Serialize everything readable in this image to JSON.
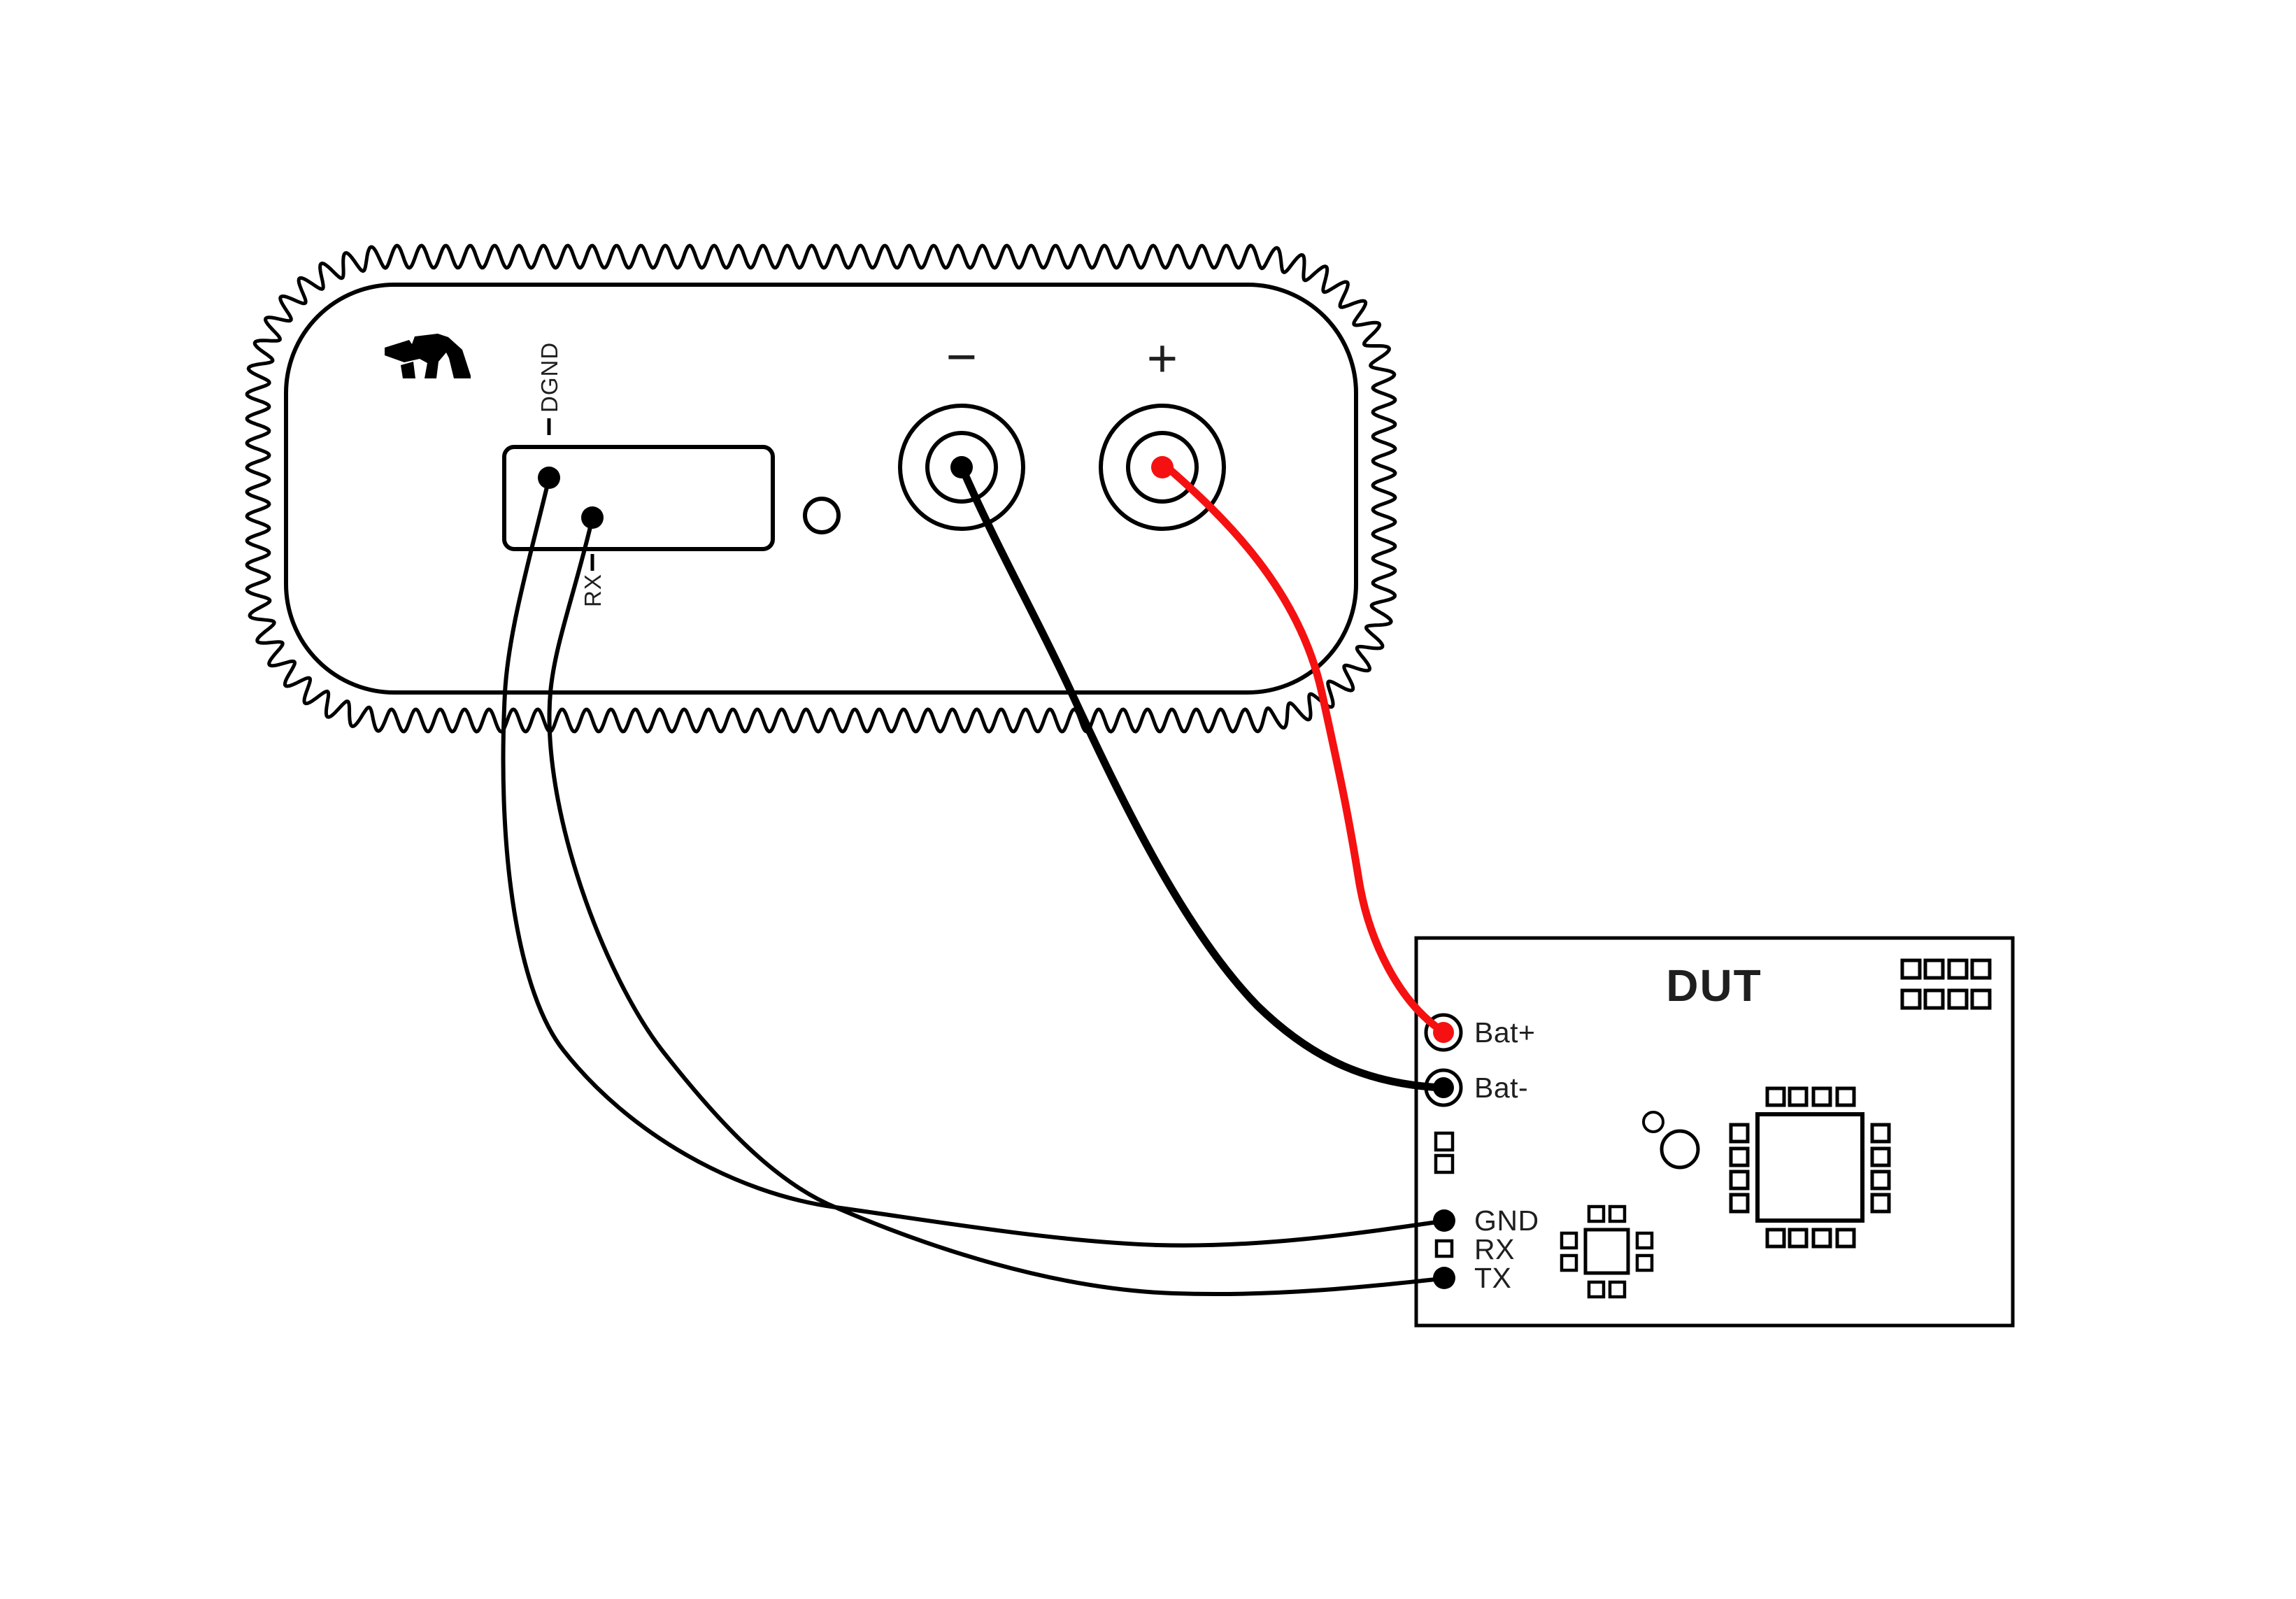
{
  "device": {
    "terminal_negative_label": "−",
    "terminal_positive_label": "+",
    "connector_pin_dgnd_label": "DGND",
    "connector_pin_rx_label": "RX"
  },
  "dut": {
    "title": "DUT",
    "pin_bat_plus_label": "Bat+",
    "pin_bat_minus_label": "Bat-",
    "pin_gnd_label": "GND",
    "pin_rx_label": "RX",
    "pin_tx_label": "TX"
  },
  "colors": {
    "line": "#000000",
    "text": "#1f1f1f",
    "wire_positive": "#f51111",
    "wire_negative": "#000000",
    "background": "#ffffff"
  },
  "wires": [
    {
      "from": "device-terminal-positive",
      "to": "dut-pin-bat-plus",
      "color_key": "wire_positive"
    },
    {
      "from": "device-terminal-negative",
      "to": "dut-pin-bat-minus",
      "color_key": "wire_negative"
    },
    {
      "from": "device-connector-dgnd",
      "to": "dut-pin-gnd",
      "color_key": "wire_negative"
    },
    {
      "from": "device-connector-rx",
      "to": "dut-pin-tx",
      "color_key": "wire_negative"
    }
  ]
}
